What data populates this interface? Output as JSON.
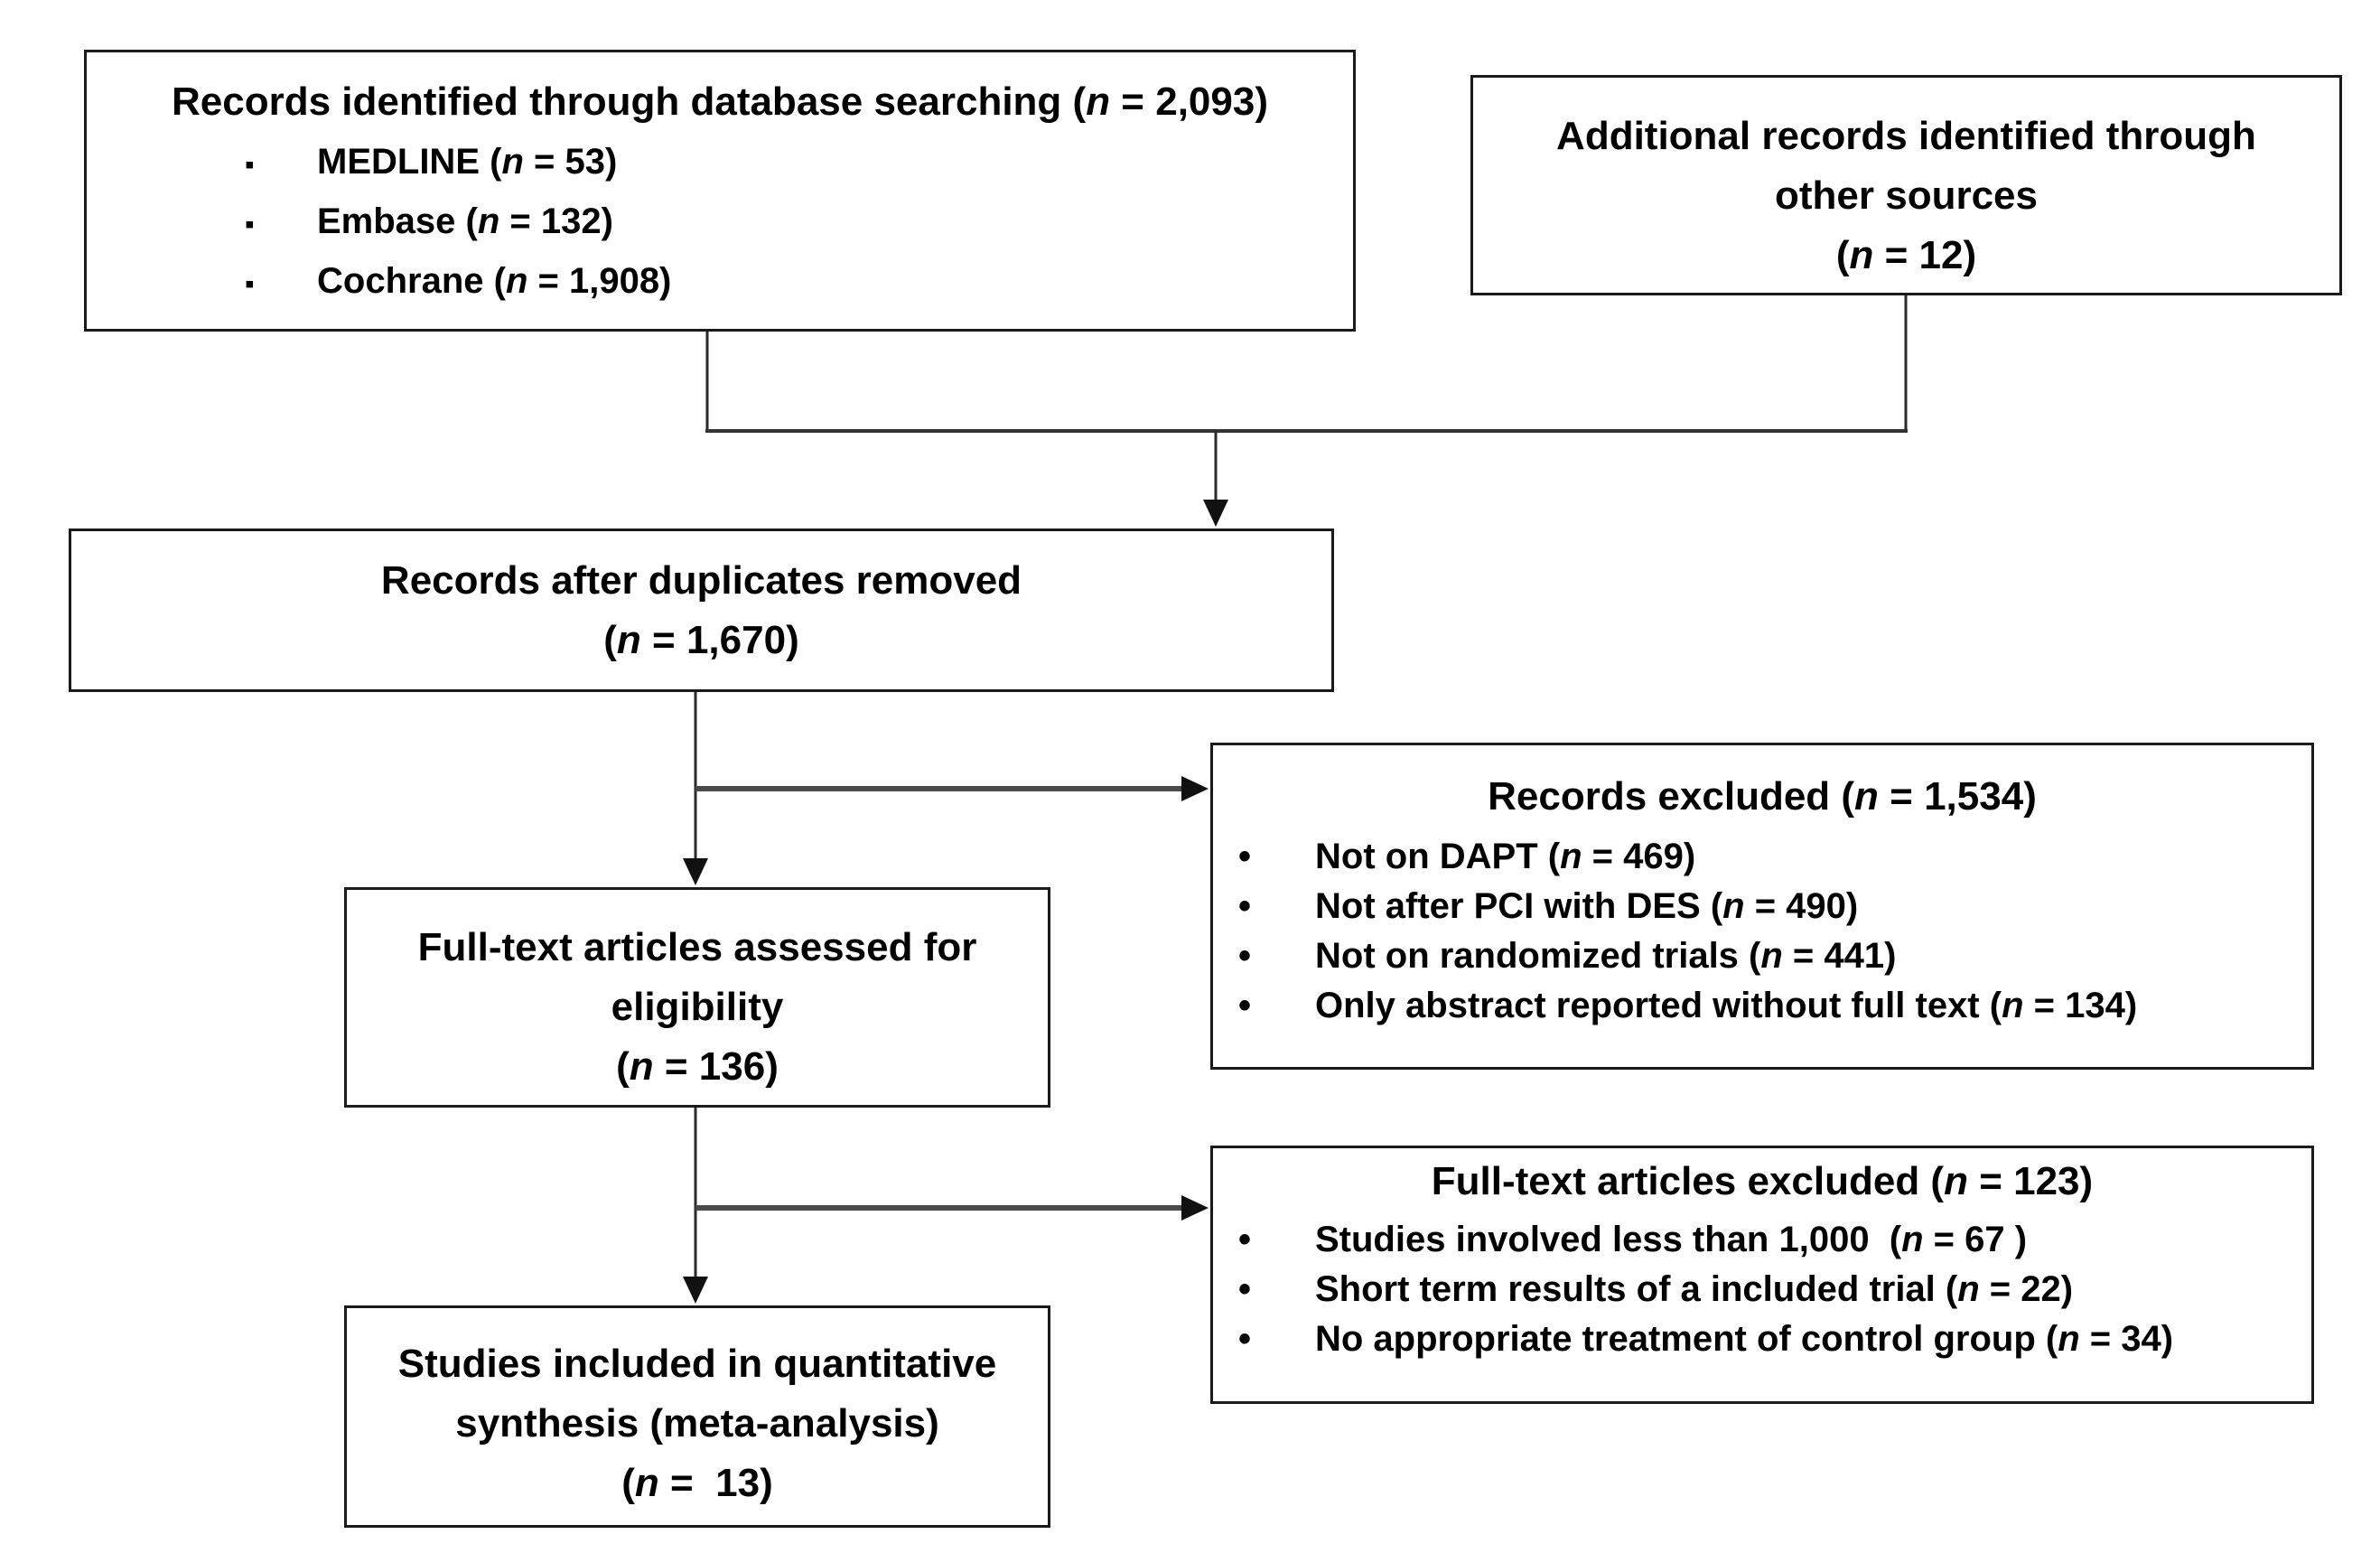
{
  "colors": {
    "background": "#ffffff",
    "box_border": "#1a1a1a",
    "text": "#000000",
    "connector": "#333333"
  },
  "markers": {
    "square": "▪",
    "dot": "•"
  },
  "boxes": {
    "identified": {
      "title": "Records identified through database searching (*n* = 2,093)",
      "items": [
        "MEDLINE (*n* = 53)",
        "Embase (*n* = 132)",
        "Cochrane (*n* = 1,908)"
      ]
    },
    "additional": {
      "lines": [
        "Additional records identified through",
        "other sources",
        "(*n* = 12)"
      ]
    },
    "duplicates": {
      "lines": [
        "Records after duplicates removed",
        "(*n* = 1,670)"
      ]
    },
    "records_excluded": {
      "title": "Records excluded (*n* = 1,534)",
      "items": [
        "Not on DAPT (*n* = 469)",
        "Not after PCI with DES (*n* = 490)",
        "Not on randomized trials (*n* = 441)",
        "Only abstract reported without full text (*n* = 134)"
      ]
    },
    "fulltext_assessed": {
      "lines": [
        "Full-text articles assessed for",
        "eligibility",
        "(*n* = 136)"
      ]
    },
    "fulltext_excluded": {
      "title": "Full-text articles excluded (*n* = 123)",
      "items": [
        "Studies involved less than 1,000  (*n* = 67 )",
        "Short term results of a included trial (*n* = 22)",
        "No appropriate treatment of control group (*n* = 34)"
      ]
    },
    "included": {
      "lines": [
        "Studies included in quantitative",
        "synthesis (meta-analysis)",
        "(*n* =  13)"
      ]
    }
  }
}
